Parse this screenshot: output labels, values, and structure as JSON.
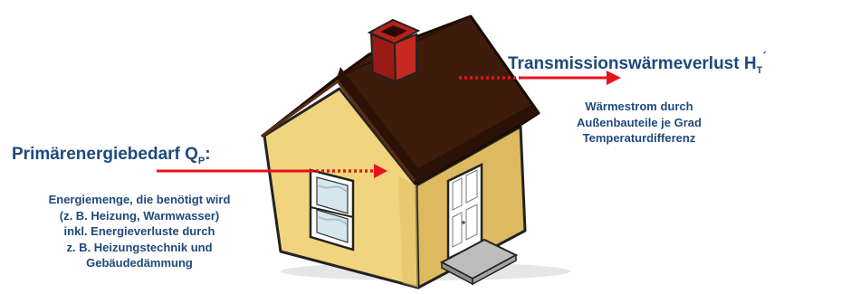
{
  "primary": {
    "title": "Primärenergiebedarf Q",
    "title_sub": "P",
    "title_suffix": ":",
    "desc_lines": [
      "Energiemenge, die benötigt wird",
      "(z. B. Heizung, Warmwasser)",
      "inkl. Energieverluste durch",
      "z. B. Heizungstechnik und",
      "Gebäudedämmung"
    ]
  },
  "transmission": {
    "title": "Transmissionswärmeverlust H",
    "title_sub": "T",
    "title_sup": "´",
    "desc_lines": [
      "Wärmestrom durch",
      "Außenbauteile je Grad",
      "Temperaturdifferenz"
    ]
  },
  "colors": {
    "text": "#1F497D",
    "arrow": "#E8141B",
    "wall": "#F0D27A",
    "roof": "#3B1A0C",
    "chimney": "#B5221A"
  }
}
